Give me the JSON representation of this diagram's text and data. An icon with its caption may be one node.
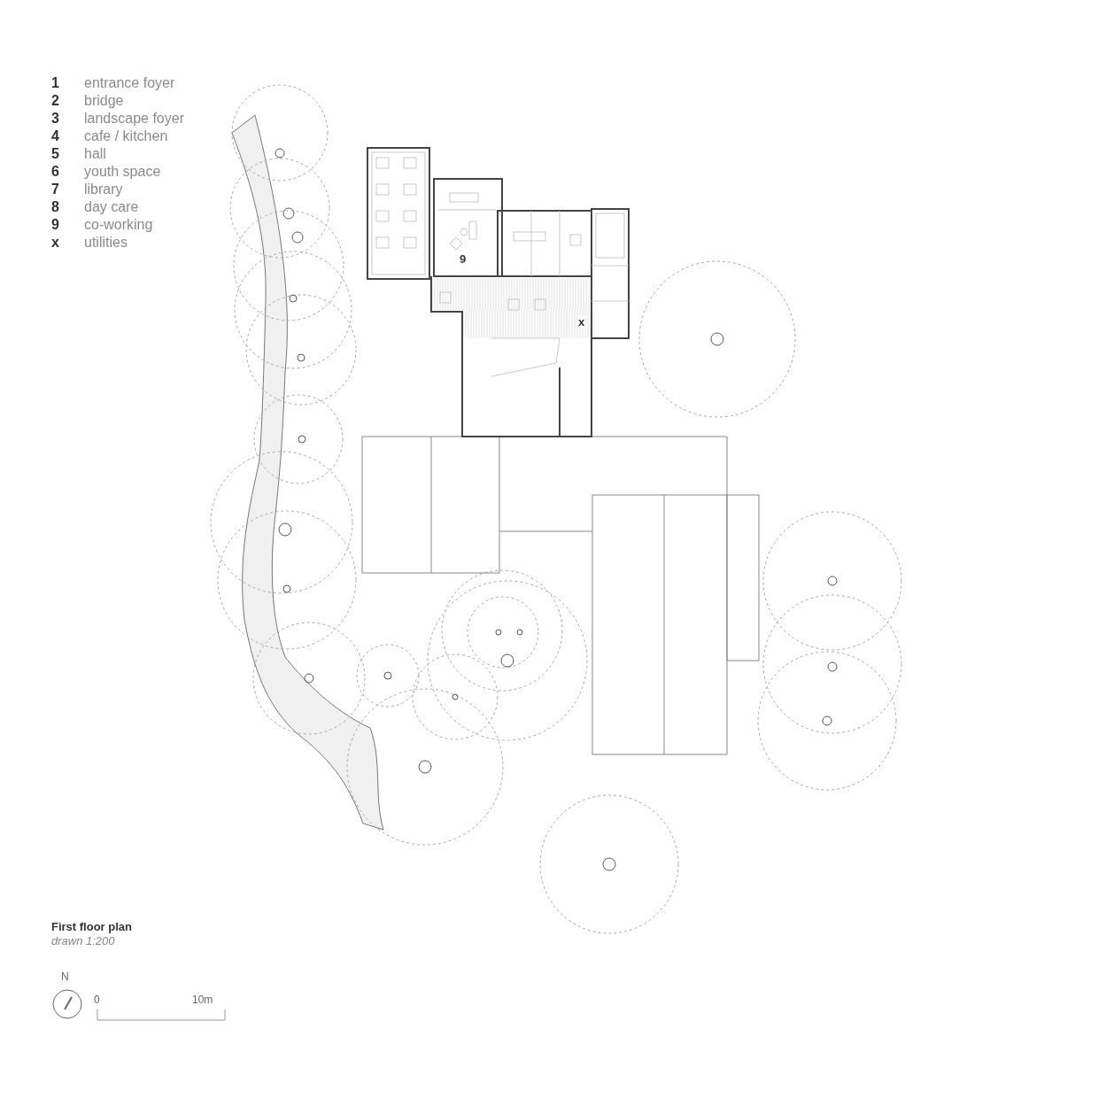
{
  "diagram": {
    "title": "First floor plan",
    "caption": "drawn 1:200",
    "labels": [
      "1",
      "entrance foyer",
      "2",
      "bridge",
      "3",
      "landscape foyer",
      "4",
      "cafe / kitchen",
      "5",
      "hall",
      "6",
      "youth space",
      "7",
      "library",
      "8",
      "day care",
      "9",
      "co-working",
      "x",
      "utilities",
      "9",
      "x",
      "N",
      "0",
      "10m"
    ]
  }
}
